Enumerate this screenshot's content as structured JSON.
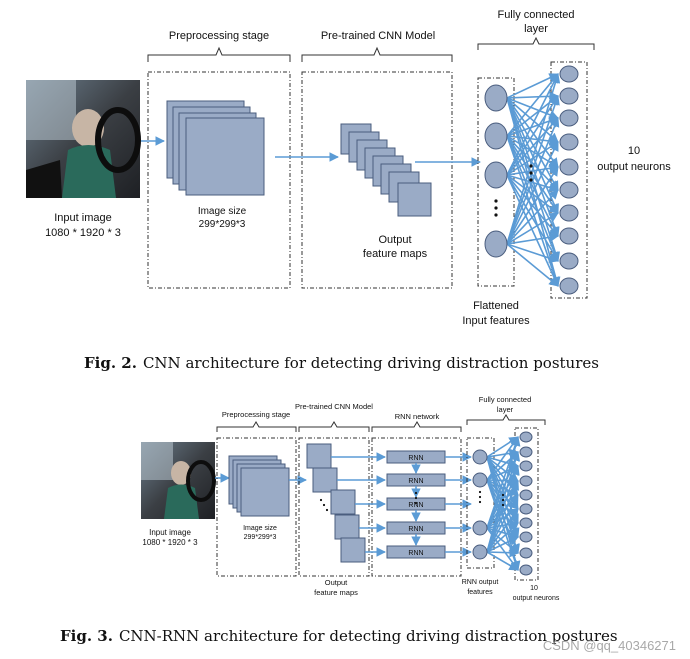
{
  "fig2": {
    "input_label": "Input image",
    "input_dims": "1080 * 1920 * 3",
    "preprocessing_title": "Preprocessing stage",
    "image_size_label": "Image size",
    "image_size_value": "299*299*3",
    "cnn_title": "Pre-trained CNN Model",
    "output_label_1": "Output",
    "output_label_2": "feature maps",
    "fc_title_1": "Fully connected",
    "fc_title_2": "layer",
    "flattened_1": "Flattened",
    "flattened_2": "Input features",
    "neurons_count": "10",
    "neurons_label": "output neurons",
    "caption_prefix": "Fig. 2.",
    "caption_text": "CNN architecture for detecting driving distraction postures"
  },
  "fig3": {
    "input_label": "Input image",
    "input_dims": "1080 * 1920 * 3",
    "preprocessing_title": "Preprocessing stage",
    "image_size_label": "Image size",
    "image_size_value": "299*299*3",
    "cnn_title": "Pre-trained CNN Model",
    "rnn_title": "RNN network",
    "fc_title_1": "Fully connected",
    "fc_title_2": "layer",
    "rnn_unit_label": "RNN",
    "output_label_1": "Output",
    "output_label_2": "feature maps",
    "rnn_output_1": "RNN output",
    "rnn_output_2": "features",
    "neurons_count": "10",
    "neurons_label": "output neurons",
    "caption_prefix": "Fig. 3.",
    "caption_text": "CNN-RNN architecture for detecting driving distraction postures"
  },
  "watermark": "CSDN @qq_40346271",
  "colors": {
    "connection": "#5b9bd5",
    "feature_map": "#9aabc6",
    "outline": "#4a5d7e"
  }
}
